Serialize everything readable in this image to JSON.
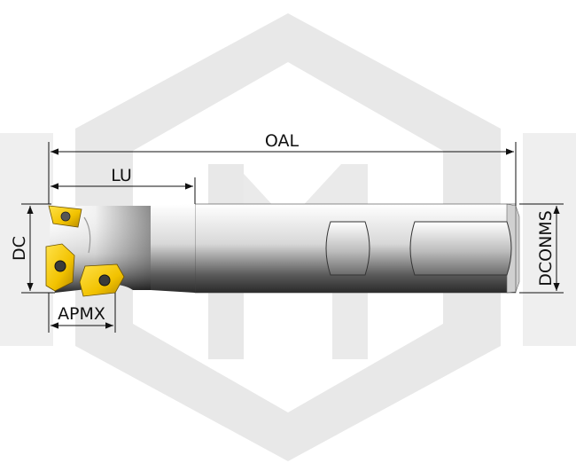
{
  "diagram": {
    "type": "end-mill technical drawing",
    "watermark": "hexagon-logo",
    "dimensions": {
      "oal": "OAL",
      "lu": "LU",
      "dc": "DC",
      "apmx": "APMX",
      "dconms": "DCONMS"
    },
    "colors": {
      "watermark": "#e6e6e6",
      "insert": "#f2c200",
      "insert_dark": "#b68a00",
      "body_dark": "#2b2b2b",
      "body_light": "#f2f2f2",
      "line": "#111111"
    }
  }
}
